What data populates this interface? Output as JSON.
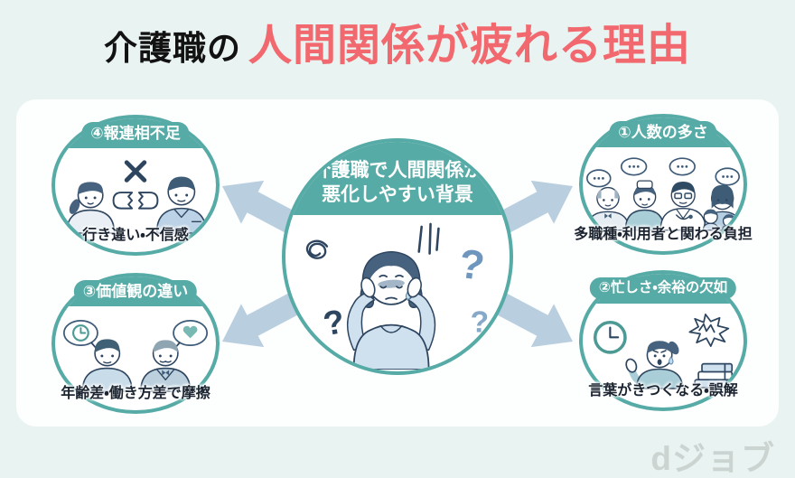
{
  "title": {
    "prefix": "介護職の",
    "highlight": "人間関係が疲れる理由"
  },
  "center": {
    "heading_line1": "介護職で人間関係が",
    "heading_line2": "悪化しやすい背景",
    "icons": [
      "scribble-icon",
      "question-mark-icon",
      "stress-lines-icon",
      "stressed-caregiver"
    ]
  },
  "causes": [
    {
      "label": "①人数の多さ",
      "caption": "多職種・利用者と関わる負担",
      "position": "top-right",
      "icons": [
        "speech-bubble-icon",
        "crowd-of-people"
      ]
    },
    {
      "label": "②忙しさ・余裕の欠如",
      "caption": "言葉がきつくなる・誤解",
      "position": "bottom-right",
      "icons": [
        "clock-icon",
        "jagged-speech-icon",
        "books-stack-icon",
        "hurried-caregiver"
      ]
    },
    {
      "label": "③価値観の違い",
      "caption": "年齢差・働き方差で摩擦",
      "position": "bottom-left",
      "icons": [
        "clock-bubble-icon",
        "heart-bubble-icon",
        "young-and-old-workers"
      ]
    },
    {
      "label": "④報連相不足",
      "caption": "行き違い・不信感",
      "position": "top-left",
      "icons": [
        "x-mark-icon",
        "broken-speech-icon",
        "two-workers"
      ]
    }
  ],
  "logo": {
    "text": "dジョブ"
  },
  "theme": {
    "page_bg": "#e9f4f2",
    "card_bg": "#fdfefe",
    "teal": "#56aba6",
    "accent_red": "#f1696e",
    "title_black": "#121212",
    "arrow": "#b9cfdf",
    "navy": "#2e4560",
    "caption": "#1b2430",
    "logo_gray": "#ccd4d1",
    "lightblue": "#c9dcea"
  }
}
